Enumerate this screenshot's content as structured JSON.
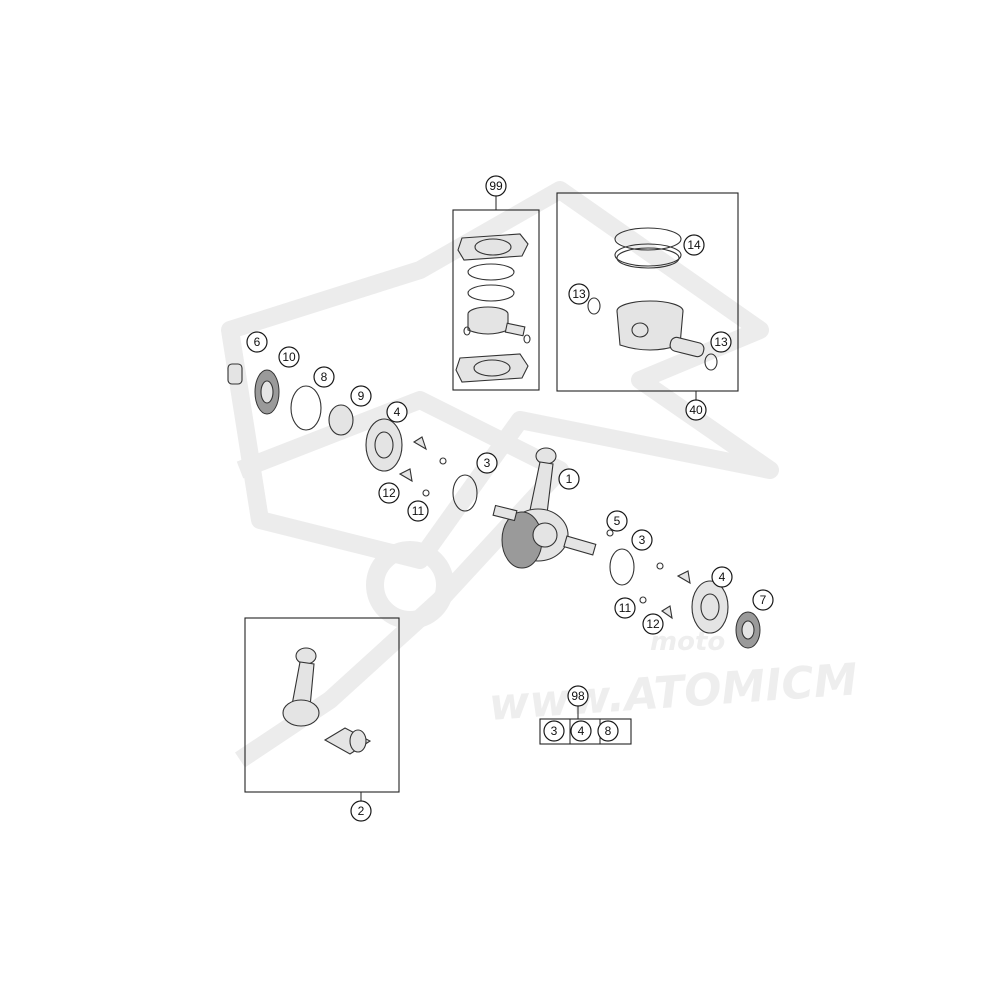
{
  "watermark": {
    "brand": "moto",
    "url": "www.ATOMICM"
  },
  "callouts": [
    {
      "id": "c1",
      "label": "1"
    },
    {
      "id": "c2",
      "label": "2"
    },
    {
      "id": "c3a",
      "label": "3"
    },
    {
      "id": "c3b",
      "label": "3"
    },
    {
      "id": "c4a",
      "label": "4"
    },
    {
      "id": "c4b",
      "label": "4"
    },
    {
      "id": "c5",
      "label": "5"
    },
    {
      "id": "c6",
      "label": "6"
    },
    {
      "id": "c7",
      "label": "7"
    },
    {
      "id": "c8",
      "label": "8"
    },
    {
      "id": "c9",
      "label": "9"
    },
    {
      "id": "c10",
      "label": "10"
    },
    {
      "id": "c11a",
      "label": "11"
    },
    {
      "id": "c11b",
      "label": "11"
    },
    {
      "id": "c12a",
      "label": "12"
    },
    {
      "id": "c12b",
      "label": "12"
    },
    {
      "id": "c13a",
      "label": "13"
    },
    {
      "id": "c13b",
      "label": "13"
    },
    {
      "id": "c14",
      "label": "14"
    },
    {
      "id": "c40",
      "label": "40"
    },
    {
      "id": "c99",
      "label": "99"
    },
    {
      "id": "c98",
      "label": "98"
    },
    {
      "id": "k3",
      "label": "3"
    },
    {
      "id": "k4",
      "label": "4"
    },
    {
      "id": "k8",
      "label": "8"
    }
  ]
}
